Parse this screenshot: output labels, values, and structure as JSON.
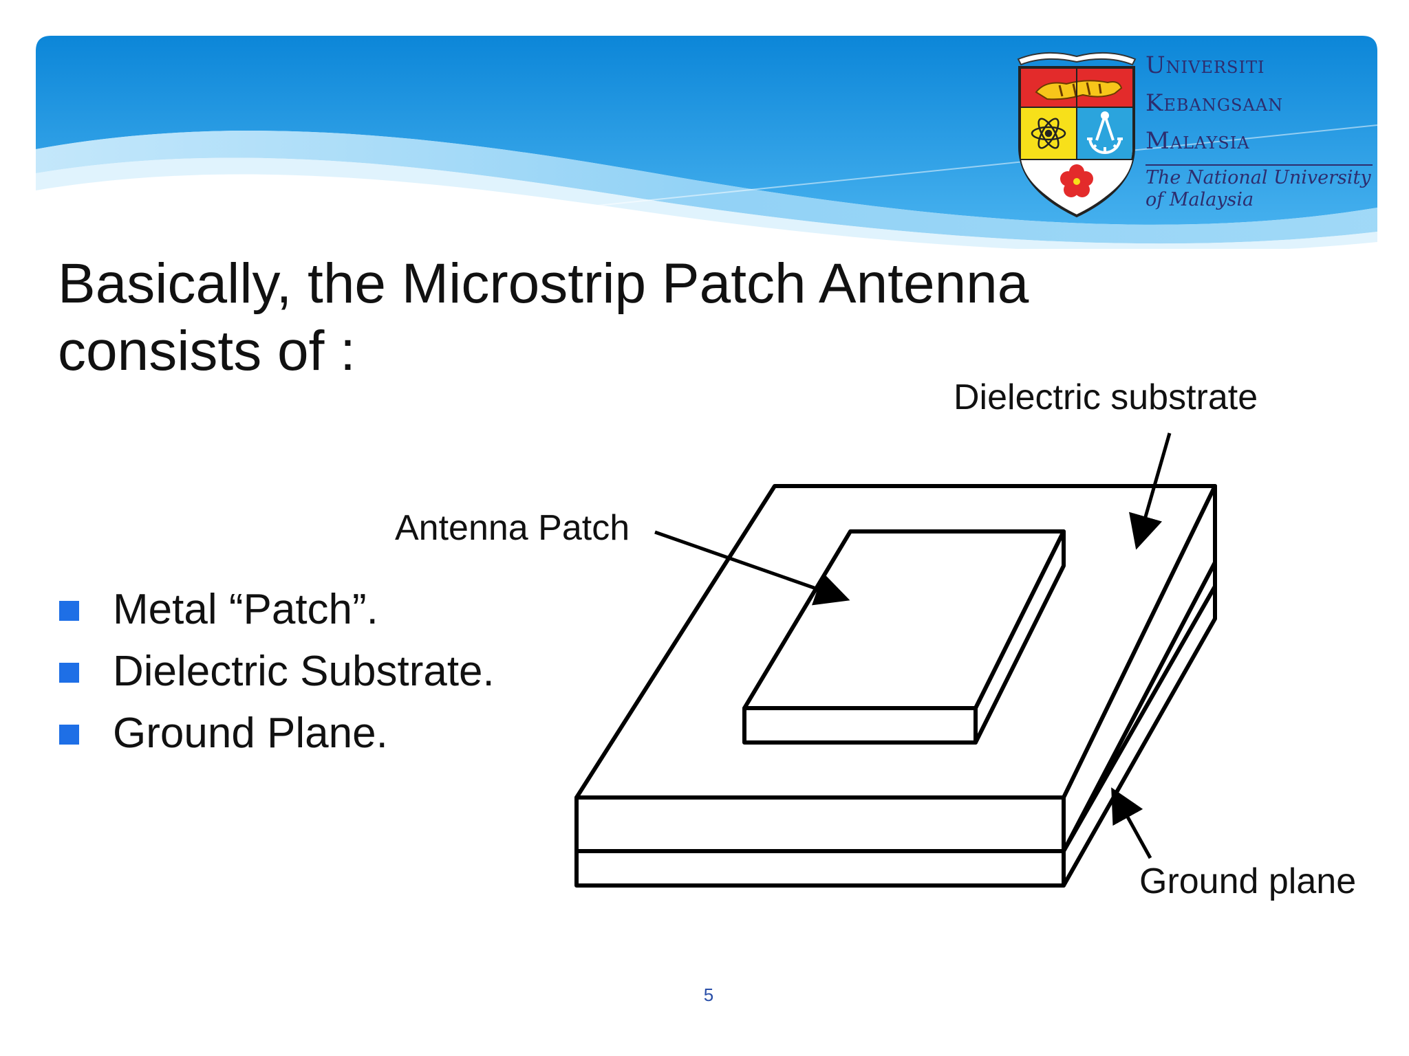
{
  "header": {
    "brand_colors": {
      "sky_blue": "#1b8fd8",
      "light_blue": "#9fd6f5"
    },
    "logo": {
      "name_lines": [
        "Universiti",
        "Kebangsaan",
        "Malaysia"
      ],
      "subtitle_lines": [
        "The National University",
        "of Malaysia"
      ]
    }
  },
  "slide": {
    "title_lines": [
      "Basically, the Microstrip Patch Antenna",
      "consists of :"
    ],
    "bullets": [
      {
        "text": "Metal “Patch”."
      },
      {
        "text": "Dielectric Substrate."
      },
      {
        "text": "Ground Plane."
      }
    ],
    "bullet_color": "#1e6fe6",
    "page_number": "5"
  },
  "diagram": {
    "labels": {
      "dielectric_substrate": "Dielectric substrate",
      "antenna_patch": "Antenna Patch",
      "ground_plane": "Ground plane"
    }
  }
}
